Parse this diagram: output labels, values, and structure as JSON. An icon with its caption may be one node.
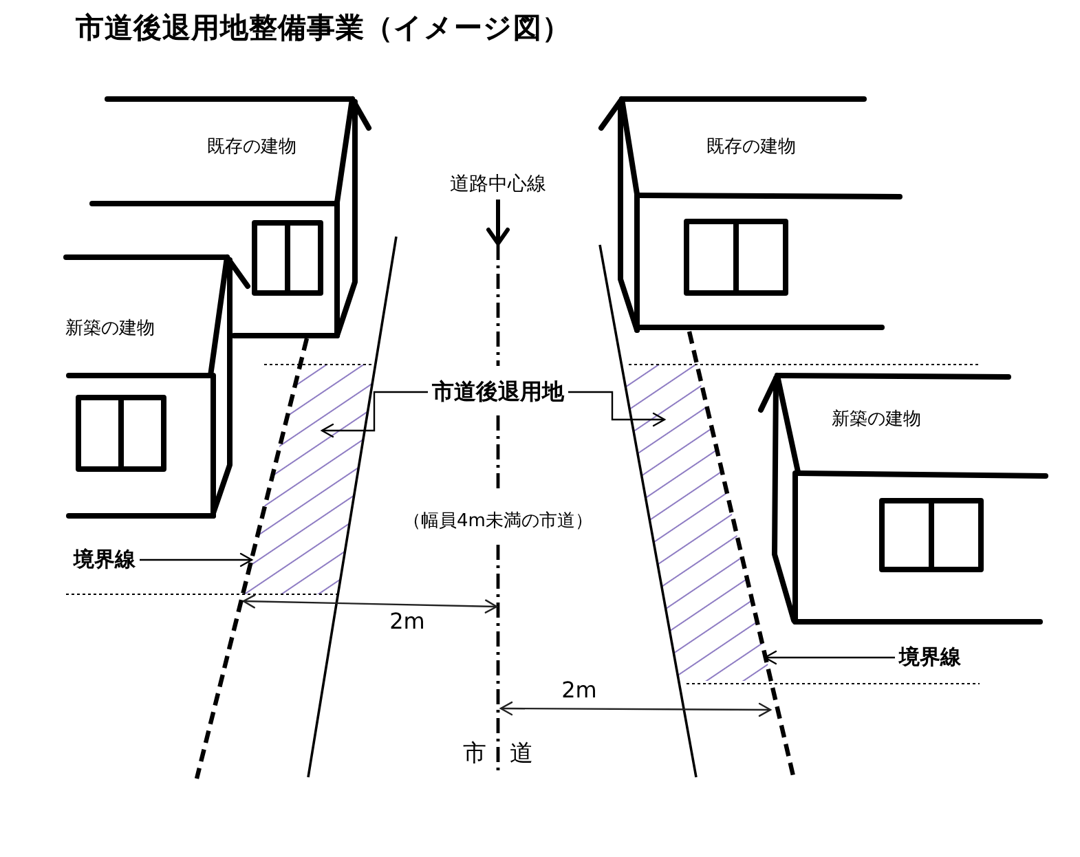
{
  "diagram": {
    "title": "市道後退用地整備事業（イメージ図）",
    "nodes": [
      {
        "text": [
          "既存の建物"
        ]
      },
      {
        "text": [
          "既存の建物"
        ]
      },
      {
        "text": [
          "道路中心線"
        ]
      },
      {
        "text": [],
        "shape": "line"
      },
      {
        "text": [
          "新築の建物"
        ]
      },
      {
        "text": [
          "市道後退用地"
        ]
      },
      {
        "text": [],
        "shape": "area"
      },
      {
        "text": [],
        "shape": "area"
      },
      {
        "text": [
          "新築の建物"
        ]
      },
      {
        "text": [
          "境界線"
        ]
      },
      {
        "text": [],
        "shape": "line"
      },
      {
        "text": [
          "境界線"
        ]
      },
      {
        "text": [],
        "shape": "line"
      }
    ],
    "edges": [
      {
        "from": 2,
        "to": 3,
        "arrow": "to",
        "style": "thick"
      },
      {
        "from": 5,
        "to": 6,
        "arrow": "to"
      },
      {
        "from": 5,
        "to": 7,
        "arrow": "to"
      },
      {
        "from": 9,
        "to": 10,
        "arrow": "to"
      },
      {
        "from": 11,
        "to": 12,
        "arrow": "to"
      }
    ],
    "labels": [
      "（幅員4m未満の市道）",
      "2m",
      "2m",
      "市　道"
    ]
  }
}
